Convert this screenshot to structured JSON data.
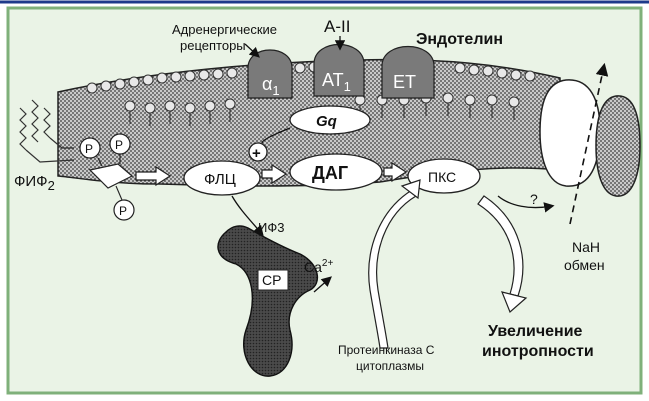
{
  "labels": {
    "adrenergic_receptors_line1": "Адренергические",
    "adrenergic_receptors_line2": "рецепторы",
    "angiotensin": "A-II",
    "endothelin": "Эндотелин",
    "gq": "Gq",
    "plc": "ФЛЦ",
    "dag": "ДАГ",
    "pkc": "ПКС",
    "pip2": "ФИФ",
    "pip2_sub": "2",
    "p": "P",
    "ip3": "ИФ3",
    "sr": "СР",
    "ca": "Ca",
    "ca_sup": "2+",
    "plus": "+",
    "question": "?",
    "nah_line1": "NaH",
    "nah_line2": "обмен",
    "cyto_pkc_line1": "Протеинкиназа С",
    "cyto_pkc_line2": "цитоплазмы",
    "inotropy_line1": "Увеличение",
    "inotropy_line2": "инотропности"
  },
  "receptors": {
    "alpha": "α",
    "alpha_sub": "1",
    "at": "AT",
    "at_sub": "1",
    "et": "ET"
  }
}
